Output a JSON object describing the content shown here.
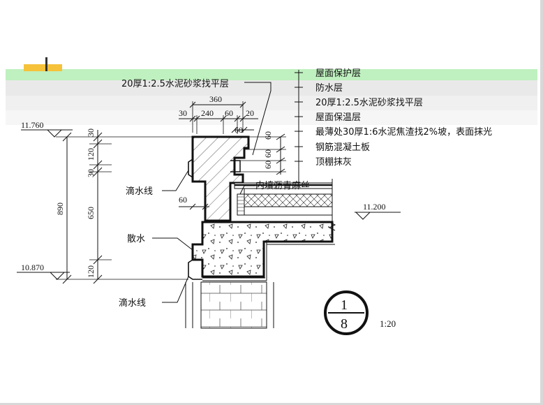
{
  "layers": [
    "屋面保护层",
    "防水层",
    "20厚1:2.5水泥砂浆找平层",
    "屋面保温层",
    "最薄处30厚1:6水泥焦渣找2%坡，表面抹光",
    "钢筋混凝土板",
    "顶棚抹灰"
  ],
  "callouts": {
    "top_leveling": "20厚1:2.5水泥砂浆找平层",
    "drip_upper": "滴水线",
    "drip_lower": "滴水线",
    "apron": "散水",
    "filler": "内填沥青麻丝"
  },
  "dims": {
    "d360": "360",
    "d30a": "30",
    "d240": "240",
    "d60a": "60",
    "d20": "20",
    "d60b": "60",
    "d60c": "60",
    "d60d": "60",
    "d60e": "60",
    "d60f": "60",
    "v30a": "30",
    "v120a": "120",
    "v30b": "30",
    "v650": "650",
    "v120b": "120",
    "v890": "890"
  },
  "elevations": {
    "top": "11.760",
    "bottom": "10.870",
    "roof": "11.200"
  },
  "detail_symbol": {
    "number": "1",
    "sheet": "8"
  },
  "scale": "1:20",
  "colors": {
    "band_green": "#bff0bf",
    "band_grey": "#e6e6e6",
    "logo_orange": "#f5c23a"
  }
}
